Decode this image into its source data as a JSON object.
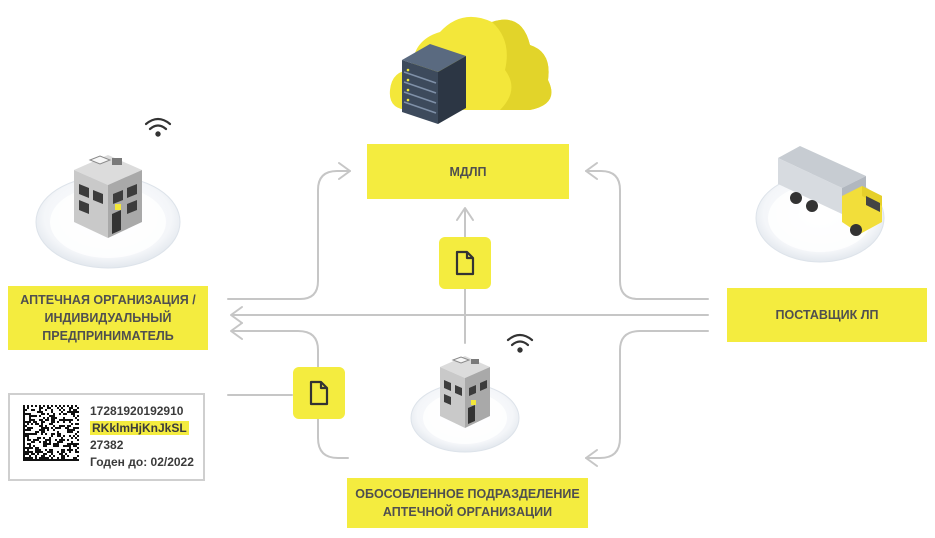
{
  "nodes": {
    "mdlp": "МДЛП",
    "pharmacy_org": [
      "АПТЕЧНАЯ ОРГАНИЗАЦИЯ /",
      "ИНДИВИДУАЛЬНЫЙ",
      "ПРЕДПРИНИМАТЕЛЬ"
    ],
    "supplier": "ПОСТАВЩИК ЛП",
    "branch": [
      "ОБОСОБЛЕННОЕ ПОДРАЗДЕЛЕНИЕ",
      "АПТЕЧНОЙ ОРГАНИЗАЦИИ"
    ]
  },
  "label": {
    "gtin": "17281920192910",
    "serial": "RKklmHjKnJkSL",
    "code": "27382",
    "expiry": "Годен до: 02/2022"
  },
  "colors": {
    "accent": "#f4ec3f",
    "arrow": "#c6c6c6",
    "text": "#4f4f4f",
    "server": "#3d4a5c",
    "truck_cab": "#f2de3a",
    "truck_body": "#d7dbe0"
  },
  "icons": [
    "cloud-server-icon",
    "building-icon",
    "wifi-icon",
    "truck-icon",
    "document-icon",
    "qr-code-icon"
  ]
}
